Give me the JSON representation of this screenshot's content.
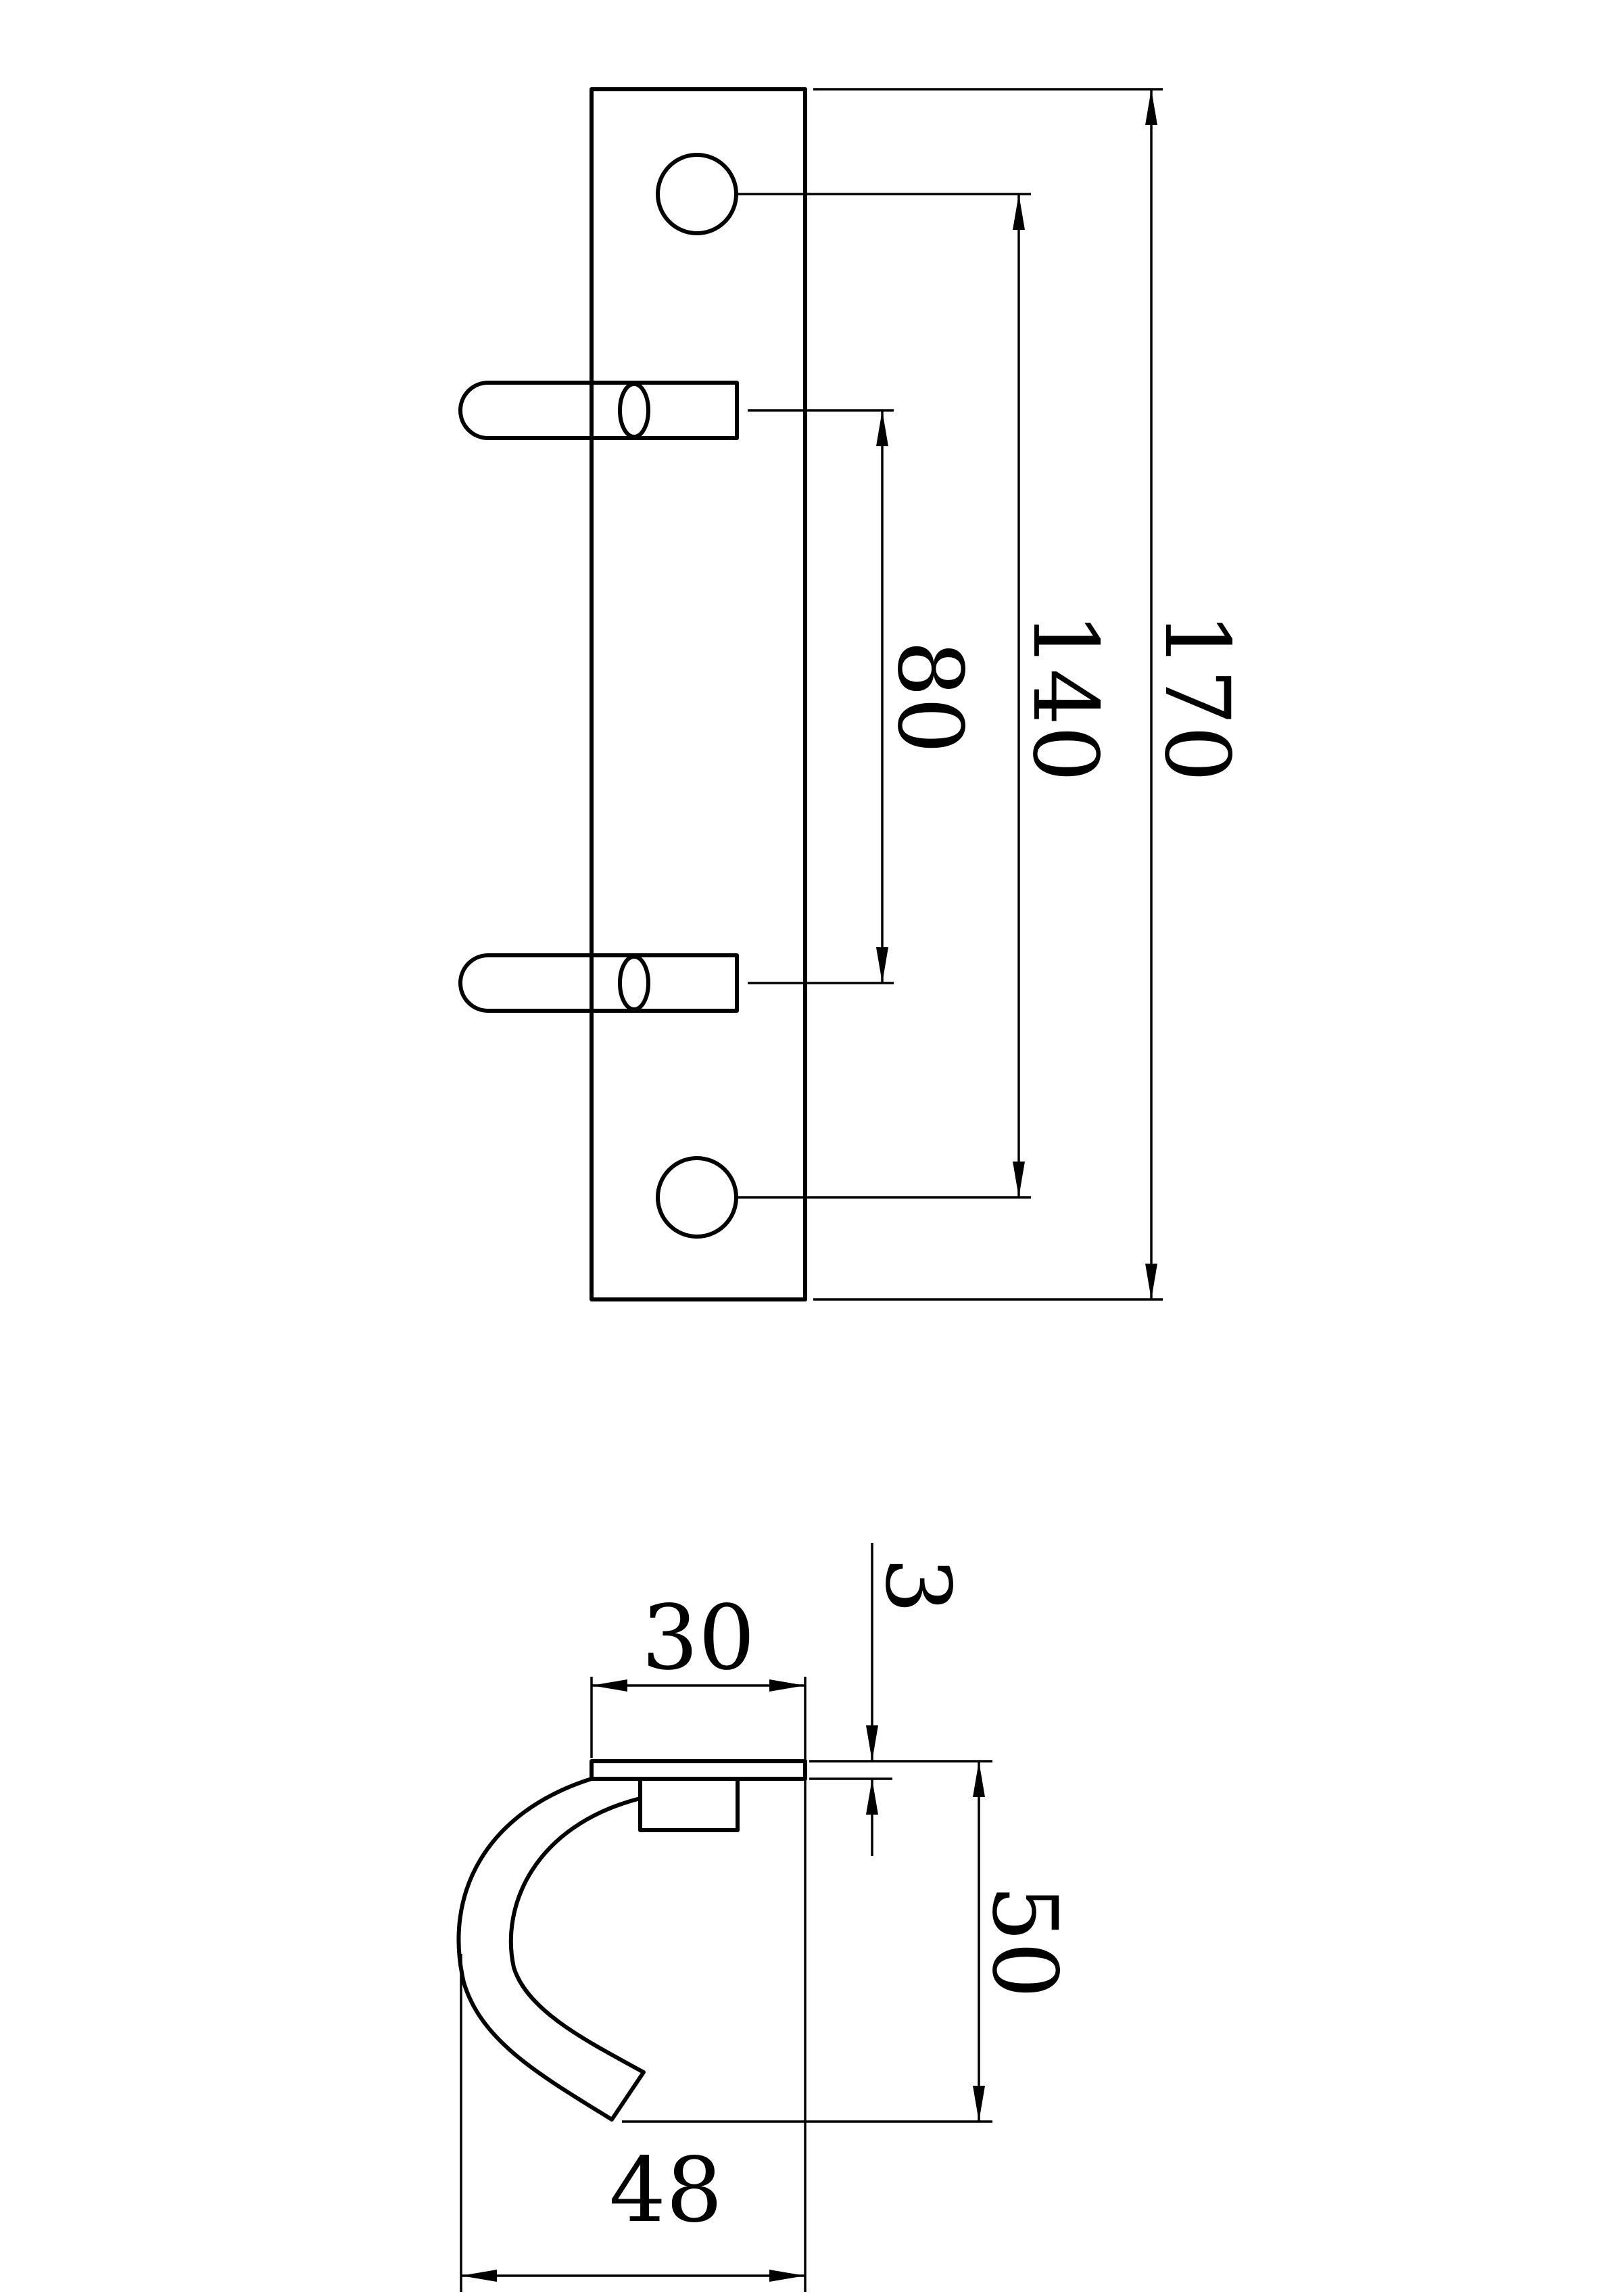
{
  "front_view": {
    "dimensions": {
      "inner_hook_spacing": "80",
      "hole_spacing": "140",
      "overall_length": "170"
    }
  },
  "side_view": {
    "dimensions": {
      "plate_width": "30",
      "plate_thickness": "3",
      "hook_height": "50",
      "overall_depth": "48"
    }
  }
}
